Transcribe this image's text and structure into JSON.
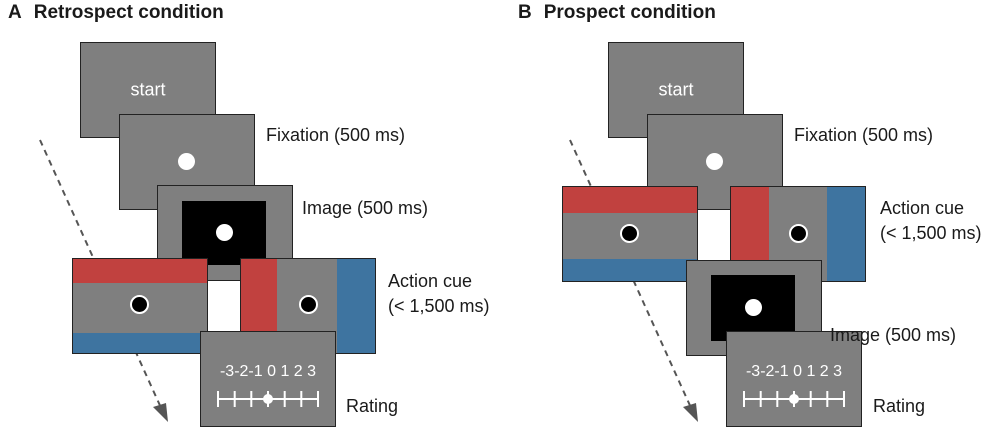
{
  "panels": {
    "a": {
      "letter": "A",
      "title": "Retrospect condition",
      "start_label": "start",
      "captions": {
        "fixation": "Fixation (500 ms)",
        "image": "Image (500 ms)",
        "action_line1": "Action cue",
        "action_line2": "(< 1,500 ms)",
        "rating": "Rating"
      }
    },
    "b": {
      "letter": "B",
      "title": "Prospect condition",
      "start_label": "start",
      "captions": {
        "fixation": "Fixation (500 ms)",
        "action_line1": "Action cue",
        "action_line2": "(< 1,500 ms)",
        "image": "Image (500 ms)",
        "rating": "Rating"
      }
    }
  },
  "rating_scale": "-3-2-1 0  1 2 3",
  "colors": {
    "screen_gray": "#7f7f7f",
    "red": "#c1413f",
    "blue": "#3e74a0",
    "white": "#ffffff",
    "black": "#000000"
  }
}
